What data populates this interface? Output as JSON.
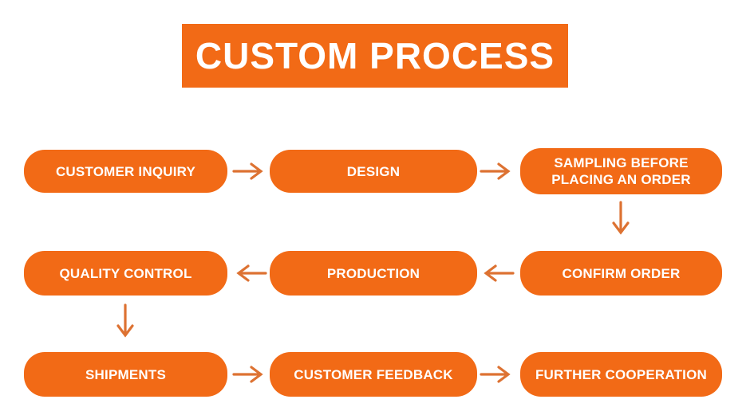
{
  "title": "CUSTOM PROCESS",
  "colors": {
    "box_fill": "#F26A16",
    "arrow": "#DD7232",
    "box_text": "#FFFFFF",
    "background": "#FFFFFF"
  },
  "nodes": [
    {
      "id": "customer-inquiry",
      "label": "CUSTOMER INQUIRY"
    },
    {
      "id": "design",
      "label": "DESIGN"
    },
    {
      "id": "sampling-before-placing-an-order",
      "label": "SAMPLING BEFORE PLACING AN ORDER"
    },
    {
      "id": "confirm-order",
      "label": "CONFIRM ORDER"
    },
    {
      "id": "production",
      "label": "PRODUCTION"
    },
    {
      "id": "quality-control",
      "label": "QUALITY CONTROL"
    },
    {
      "id": "shipments",
      "label": "SHIPMENTS"
    },
    {
      "id": "customer-feedback",
      "label": "CUSTOMER FEEDBACK"
    },
    {
      "id": "further-cooperation",
      "label": "FURTHER COOPERATION"
    }
  ],
  "connections": [
    {
      "from": "customer-inquiry",
      "to": "design",
      "direction": "right"
    },
    {
      "from": "design",
      "to": "sampling-before-placing-an-order",
      "direction": "right"
    },
    {
      "from": "sampling-before-placing-an-order",
      "to": "confirm-order",
      "direction": "down"
    },
    {
      "from": "confirm-order",
      "to": "production",
      "direction": "left"
    },
    {
      "from": "production",
      "to": "quality-control",
      "direction": "left"
    },
    {
      "from": "quality-control",
      "to": "shipments",
      "direction": "down"
    },
    {
      "from": "shipments",
      "to": "customer-feedback",
      "direction": "right"
    },
    {
      "from": "customer-feedback",
      "to": "further-cooperation",
      "direction": "right"
    }
  ]
}
